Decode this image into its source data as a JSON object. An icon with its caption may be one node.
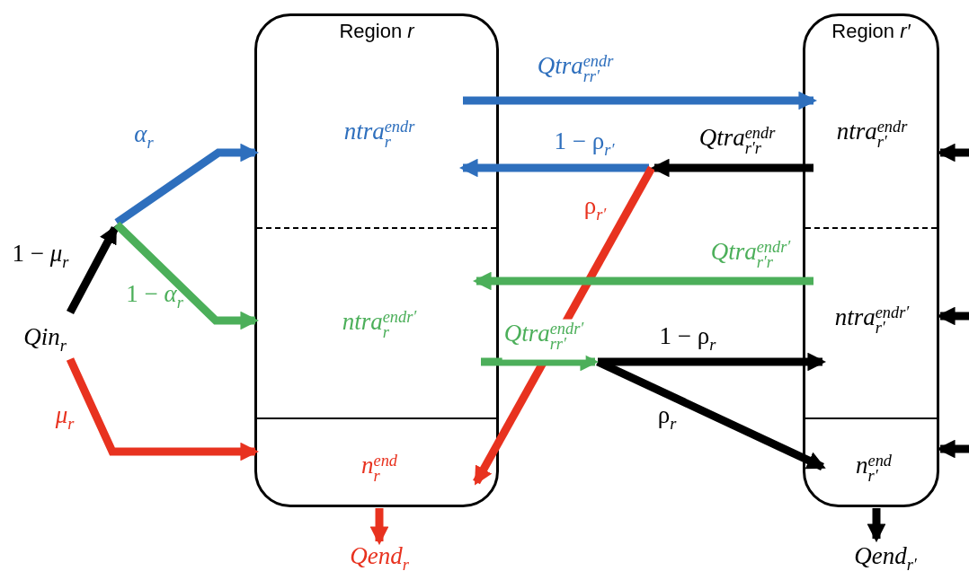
{
  "diagram": {
    "nodes": [
      {
        "text": [
          "Region *r*"
        ]
      },
      {
        "text": [
          "ntra$_{r}$$^{endr}$"
        ],
        "in": 0
      },
      {
        "text": [
          "ntra$_{r}$$^{endr′}$"
        ],
        "in": 0
      },
      {
        "text": [
          "n$_{r}$$^{end}$"
        ],
        "in": 0
      },
      {
        "text": [
          "Region *r′*"
        ]
      },
      {
        "text": [
          "ntra$_{r′}$$^{endr}$"
        ],
        "in": 4
      },
      {
        "text": [
          "ntra$_{r′}$$^{endr′}$"
        ],
        "in": 4
      },
      {
        "text": [
          "n$_{r′}$$^{end}$"
        ],
        "in": 4
      },
      {
        "text": [
          "Qin$_{r}$"
        ]
      },
      {
        "text": [
          "Qend$_{r}$"
        ]
      },
      {
        "text": [
          "Qend$_{r′}$"
        ]
      }
    ],
    "edges": [
      {
        "from": 8,
        "to": null,
        "arrow": "to",
        "label": "1 − *μ*$_{r}$"
      },
      {
        "from": null,
        "to": 1,
        "arrow": "to",
        "label": "*α*$_{r}$",
        "color": "#2e6fbd"
      },
      {
        "from": null,
        "to": 2,
        "arrow": "to",
        "label": "1 − *α*$_{r}$",
        "color": "#4caf5a"
      },
      {
        "from": 8,
        "to": 3,
        "arrow": "to",
        "label": "*μ*$_{r}$",
        "color": "#e8321f"
      },
      {
        "from": 3,
        "to": 9,
        "arrow": "to",
        "color": "#e8321f"
      },
      {
        "from": 7,
        "to": 10,
        "arrow": "to"
      },
      {
        "from": 1,
        "to": 5,
        "arrow": "to",
        "label": "*Qtra*$_{rr′}$$^{endr}$",
        "color": "#2e6fbd"
      },
      {
        "from": 5,
        "to": 1,
        "arrow": "to",
        "label": "1 − ρ$_{r′}$",
        "color": "#2e6fbd"
      },
      {
        "from": 5,
        "to": 3,
        "arrow": "to",
        "label": "ρ$_{r′}$",
        "color": "#e8321f"
      },
      {
        "from": 6,
        "to": 2,
        "arrow": "to",
        "label": "*Qtra*$_{r′r}$$^{endr′}$",
        "color": "#4caf5a"
      },
      {
        "from": 2,
        "to": 6,
        "arrow": "to",
        "label": "1 − ρ$_{r}$"
      },
      {
        "from": 2,
        "to": 7,
        "arrow": "to",
        "label": "ρ$_{r}$"
      },
      {
        "from": null,
        "to": 5,
        "arrow": "to"
      },
      {
        "from": null,
        "to": 6,
        "arrow": "to"
      },
      {
        "from": null,
        "to": 7,
        "arrow": "to"
      }
    ],
    "labels": [
      "*Qtra*$_{r′r}$$^{endr}$",
      "*Qtra*$_{rr′}$$^{endr′}$"
    ]
  }
}
